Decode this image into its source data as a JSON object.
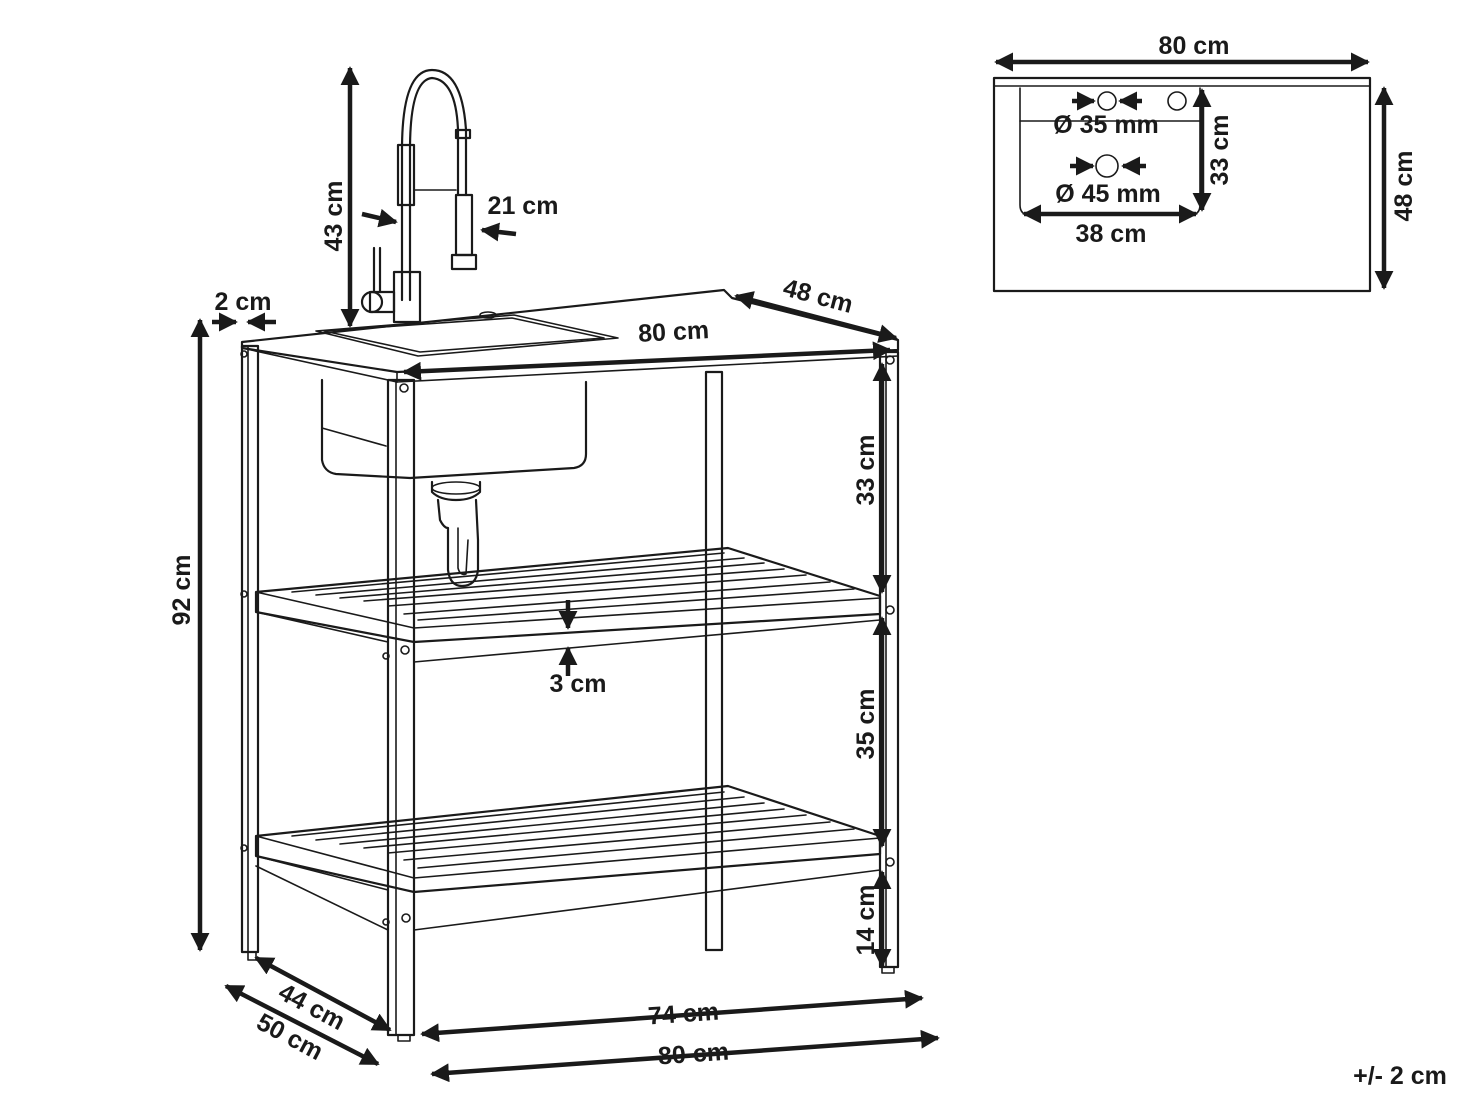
{
  "dimensions": {
    "faucet_height": "43 cm",
    "faucet_spray": "21 cm",
    "rim": "2 cm",
    "depth_top": "48 cm",
    "width_top": "80 cm",
    "total_height": "92 cm",
    "upper_clearance": "33 cm",
    "shelf_thickness": "3 cm",
    "middle_clearance": "35 cm",
    "bottom_clearance": "14 cm",
    "inner_depth": "44 cm",
    "outer_depth": "50 cm",
    "inner_width": "74 cm",
    "outer_width": "80 cm"
  },
  "top_view": {
    "width": "80 cm",
    "depth": "48 cm",
    "basin_depth": "33 cm",
    "basin_width": "38 cm",
    "hole_small": "Ø 35 mm",
    "hole_large": "Ø 45 mm"
  },
  "tolerance": "+/- 2 cm"
}
